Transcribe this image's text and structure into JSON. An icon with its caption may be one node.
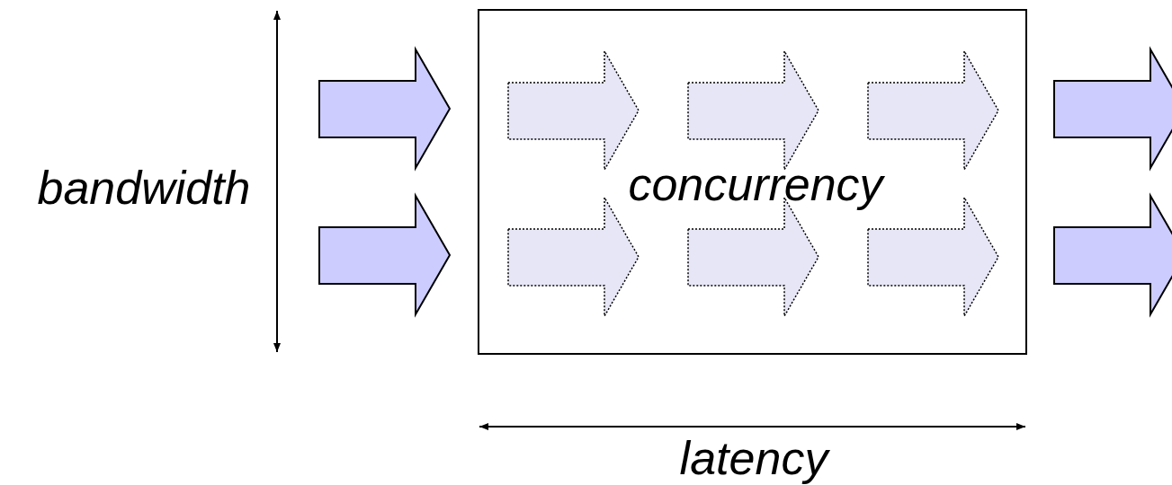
{
  "diagram": {
    "nodes": [
      {
        "text": [
          "concurrency"
        ]
      }
    ],
    "labels": [
      "bandwidth",
      "latency"
    ]
  }
}
